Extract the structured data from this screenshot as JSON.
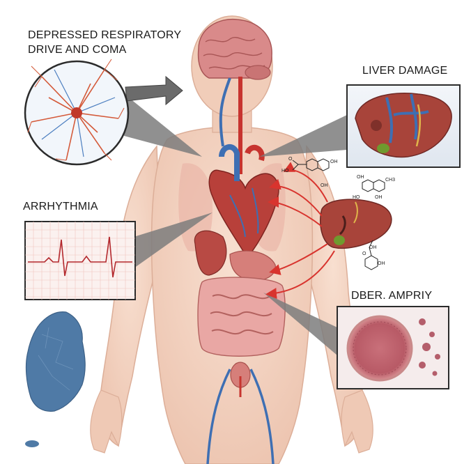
{
  "labels": {
    "respiratory_line1": "DEPRESSED RESPIRATORY",
    "respiratory_line2": "DRIVE AND COMA",
    "liver_damage": "LIVER DAMAGE",
    "arrhythmia": "ARRHYTHMIA",
    "cell_panel": "DBER. AMPRIY"
  },
  "molecule_labels": {
    "top_oh_1": "OH",
    "top_oh_2": "OH",
    "top_o": "O",
    "top_ho": "HO",
    "top_oh_3": "OH",
    "mid_ho": "HO",
    "mid_ch3": "CH3",
    "mid_oh": "OH",
    "low_oh_1": "OH",
    "low_oh_2": "OH",
    "low_o": "O"
  },
  "colors": {
    "skin": "#f3d3c2",
    "skin_outline": "#dcae98",
    "arrow_red": "#d8342e",
    "vein_blue": "#3e6fb3",
    "organ_red": "#b8403a",
    "liver": "#a8443a",
    "korea_map": "#4f7aa6",
    "panel_border": "#2b2b2b",
    "callout_grey": "#8a8a8a"
  }
}
